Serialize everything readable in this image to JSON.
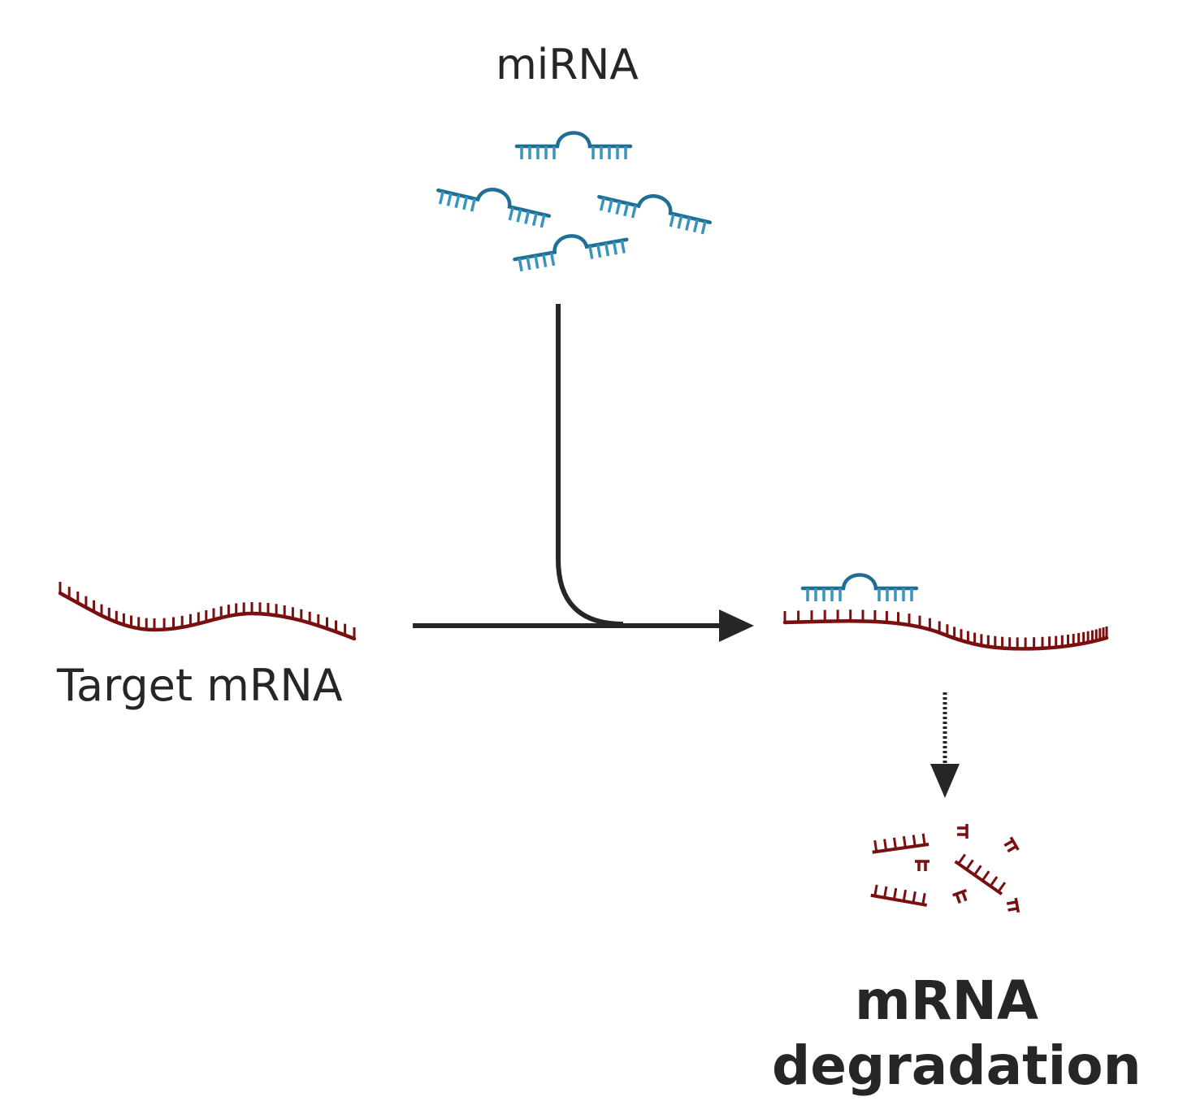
{
  "labels": {
    "mirna": "miRNA",
    "target": "Target mRNA",
    "degradation_line1": "mRNA",
    "degradation_line2": "degradation"
  },
  "colors": {
    "mirna_strand": "#1e6f96",
    "mirna_bases": "#3a95bd",
    "mrna": "#7a0f0f",
    "arrow": "#262626",
    "text": "#262626"
  }
}
